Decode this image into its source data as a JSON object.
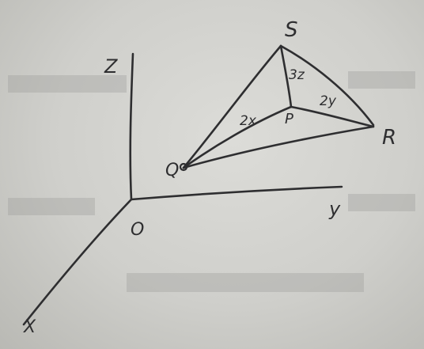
{
  "diagram": {
    "axes": {
      "z": "Z",
      "y": "y",
      "x": "X",
      "origin": "O"
    },
    "vertices": {
      "S": "S",
      "R": "R",
      "Q": "Q",
      "P": "P"
    },
    "edge_labels": {
      "PS": "3z",
      "PR": "2y",
      "PQ": "2x"
    }
  },
  "colors": {
    "ink": "#2e2e30",
    "paper": "#d4d4d0"
  }
}
